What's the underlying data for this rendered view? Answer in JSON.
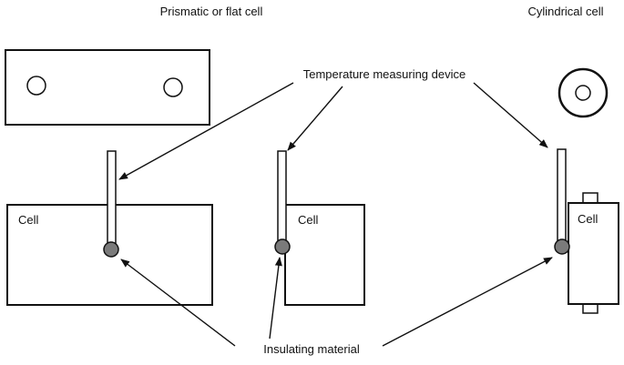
{
  "headings": {
    "prismatic": "Prismatic or flat cell",
    "cylindrical": "Cylindrical cell"
  },
  "labels": {
    "temperature_device": "Temperature measuring device",
    "insulating_material": "Insulating material",
    "cell_left": "Cell",
    "cell_middle": "Cell",
    "cell_right": "Cell"
  },
  "colors": {
    "line": "#111111",
    "sensor_fill": "#7a7a7a",
    "background": "#ffffff"
  }
}
